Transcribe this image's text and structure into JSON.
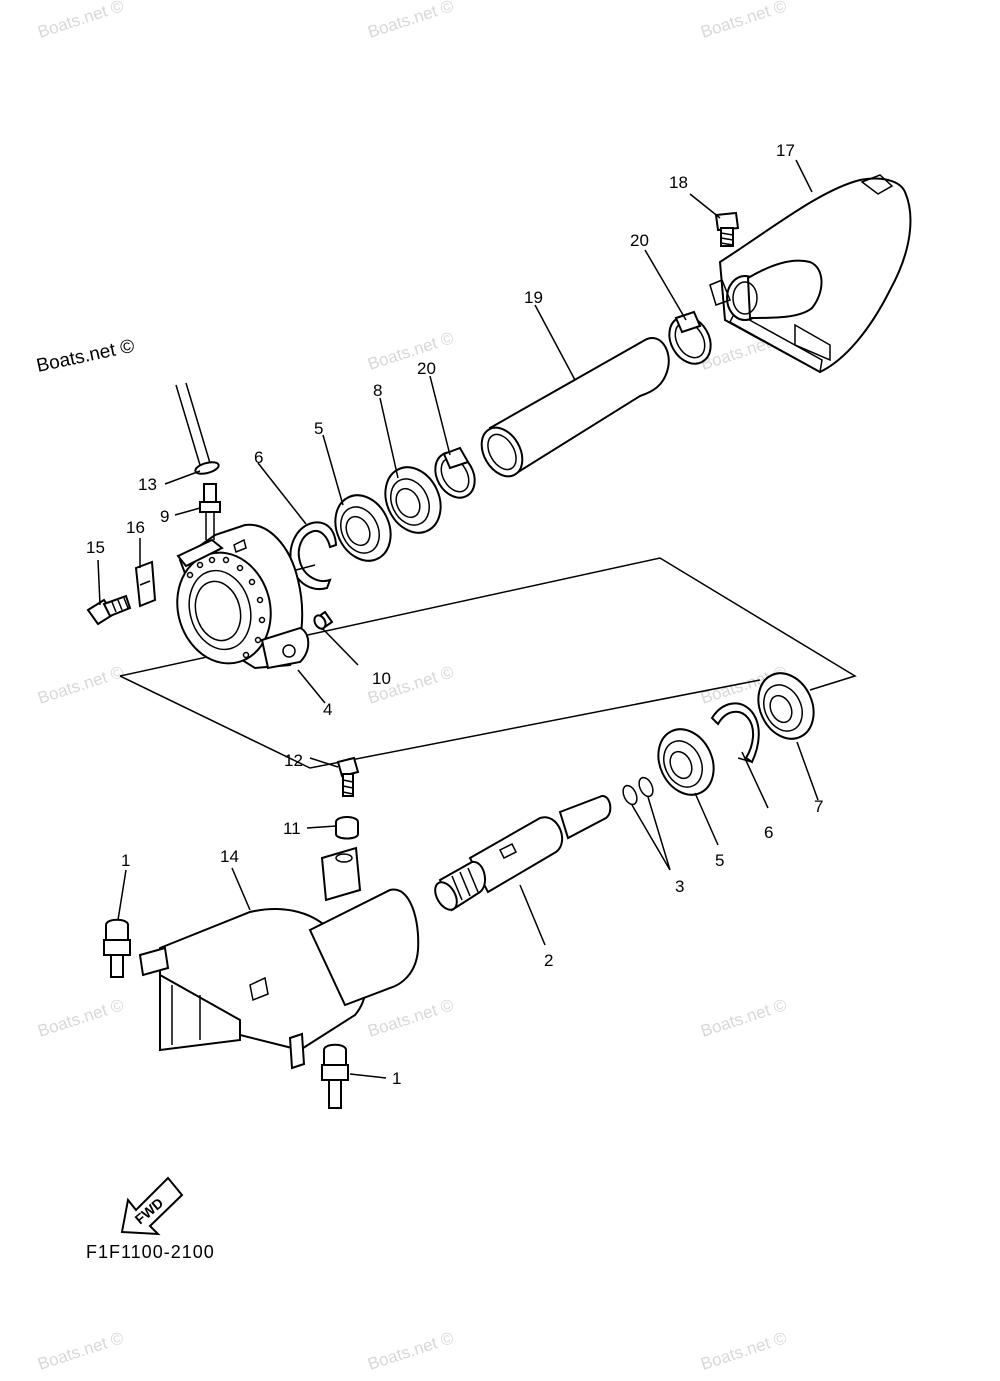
{
  "watermark": "Boats.net ©",
  "brand": "Boats.net ©",
  "figure_code": "F1F1100-2100",
  "fwd_label": "FWD",
  "callouts": {
    "c1a": "1",
    "c1b": "1",
    "c2": "2",
    "c3": "3",
    "c4": "4",
    "c5a": "5",
    "c5b": "5",
    "c6a": "6",
    "c6b": "6",
    "c7": "7",
    "c8": "8",
    "c9": "9",
    "c10": "10",
    "c11": "11",
    "c12": "12",
    "c13": "13",
    "c14": "14",
    "c15": "15",
    "c16": "16",
    "c17": "17",
    "c18": "18",
    "c19": "19",
    "c20a": "20",
    "c20b": "20"
  }
}
